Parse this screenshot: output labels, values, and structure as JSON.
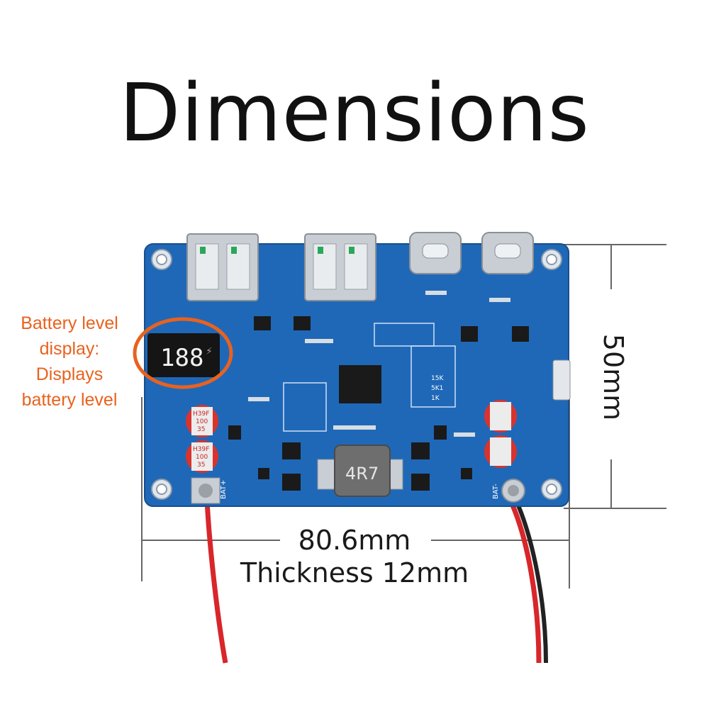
{
  "title": "Dimensions",
  "callout": {
    "lines": [
      "Battery level",
      "display:",
      "Displays",
      "battery level"
    ]
  },
  "dimensions": {
    "width": "80.6mm",
    "thickness": "Thickness 12mm",
    "height": "50mm"
  },
  "board_labels": {
    "inductor": "4R7",
    "display_digits": "188",
    "cap_lines": [
      "H39F",
      "100",
      "35"
    ],
    "bat_plus": "BAT+",
    "bat_minus": "BAT-",
    "res_labels": [
      "15K",
      "5K1",
      "1K"
    ]
  },
  "colors": {
    "pcb": "#1f68b8",
    "callout": "#e8621e",
    "ring": "#e8621e",
    "dim_line": "#666666"
  }
}
